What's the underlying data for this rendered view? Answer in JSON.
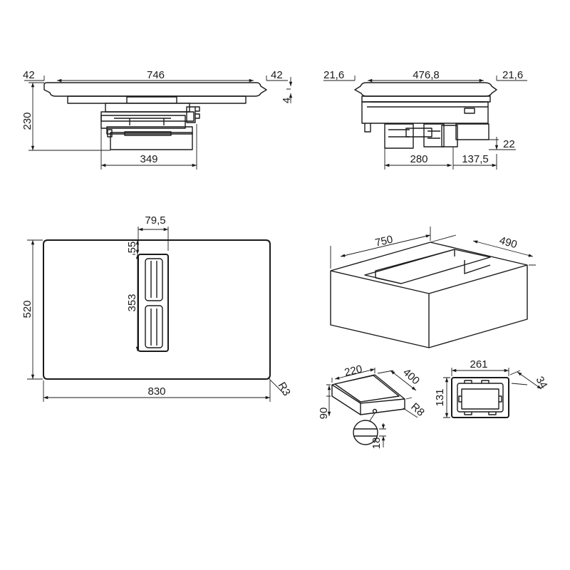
{
  "front_view": {
    "dim_left_margin": "42",
    "dim_width": "746",
    "dim_right_margin": "42",
    "dim_height": "230",
    "dim_glass_thickness": "4",
    "dim_motor_width": "349"
  },
  "lateral_view": {
    "dim_left_margin": "21,6",
    "dim_depth": "476,8",
    "dim_right_margin": "21,6",
    "dim_offset": "22",
    "dim_motor_depth": "280",
    "dim_motor_offset": "137,5"
  },
  "hob_top_view": {
    "dim_grille_width": "79,5",
    "dim_grille_offset": "55",
    "dim_grille_length": "353",
    "dim_depth": "520",
    "dim_width": "830",
    "dim_corner_radius": "R3"
  },
  "cutout": {
    "dim_width": "750",
    "dim_depth": "490"
  },
  "duct": {
    "dim_width": "220",
    "dim_length": "400",
    "dim_height": "90",
    "dim_radius": "R8",
    "dim_detail": "18"
  },
  "connector": {
    "dim_width": "261",
    "dim_height": "131",
    "dim_depth": "34"
  }
}
